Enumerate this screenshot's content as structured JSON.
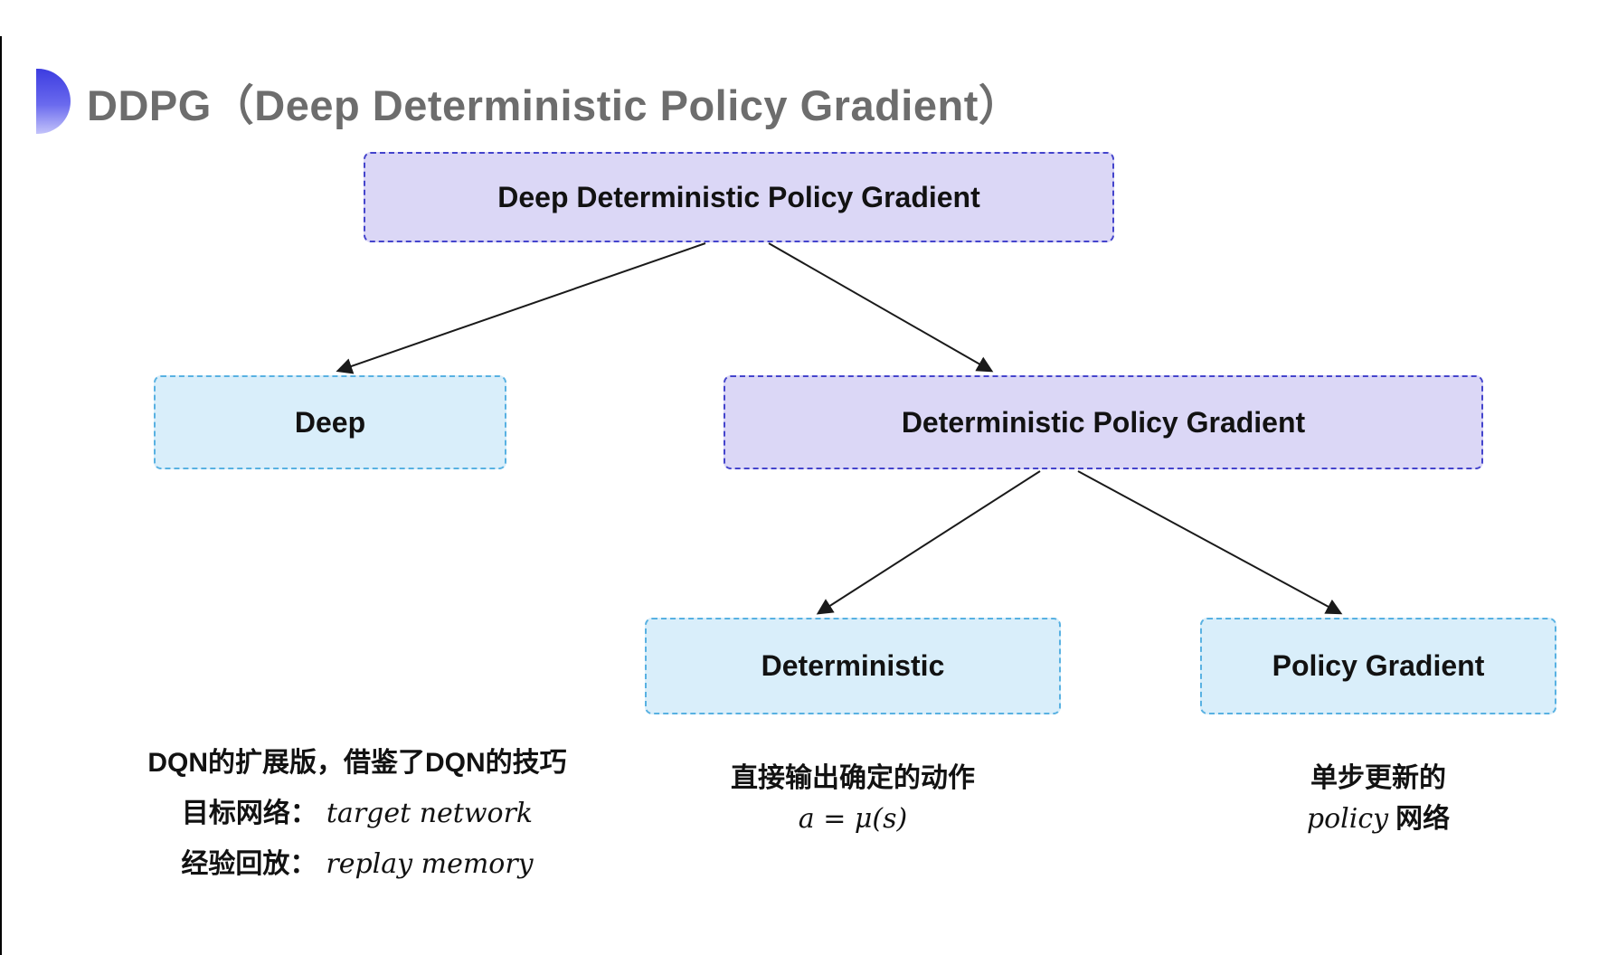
{
  "title": {
    "text": "DDPG（Deep Deterministic Policy Gradient）"
  },
  "tree": {
    "root": "Deep Deterministic Policy Gradient",
    "deep": "Deep",
    "dpg": "Deterministic Policy Gradient",
    "deterministic": "Deterministic",
    "policy_gradient": "Policy Gradient"
  },
  "notes": {
    "deep": {
      "line1": "DQN的扩展版，借鉴了DQN的技巧",
      "line2_zh": "目标网络：",
      "line2_en": "target network",
      "line3_zh": "经验回放：",
      "line3_en": "replay memory"
    },
    "deterministic": {
      "line1": "直接输出确定的动作",
      "formula": "a = μ(s)"
    },
    "policy_gradient": {
      "line1": "单步更新的",
      "line2_en": "policy",
      "line2_zh": "网络"
    }
  },
  "colors": {
    "purple_fill": "#dbd7f6",
    "purple_border": "#4444cc",
    "cyan_fill": "#d9eefa",
    "cyan_border": "#58b1e2",
    "title_text": "#6d6d6d",
    "body_text": "#121212",
    "arrow": "#1a1a1a",
    "bullet_top": "#3c3ce0",
    "bullet_bottom": "#c3c3fa"
  }
}
